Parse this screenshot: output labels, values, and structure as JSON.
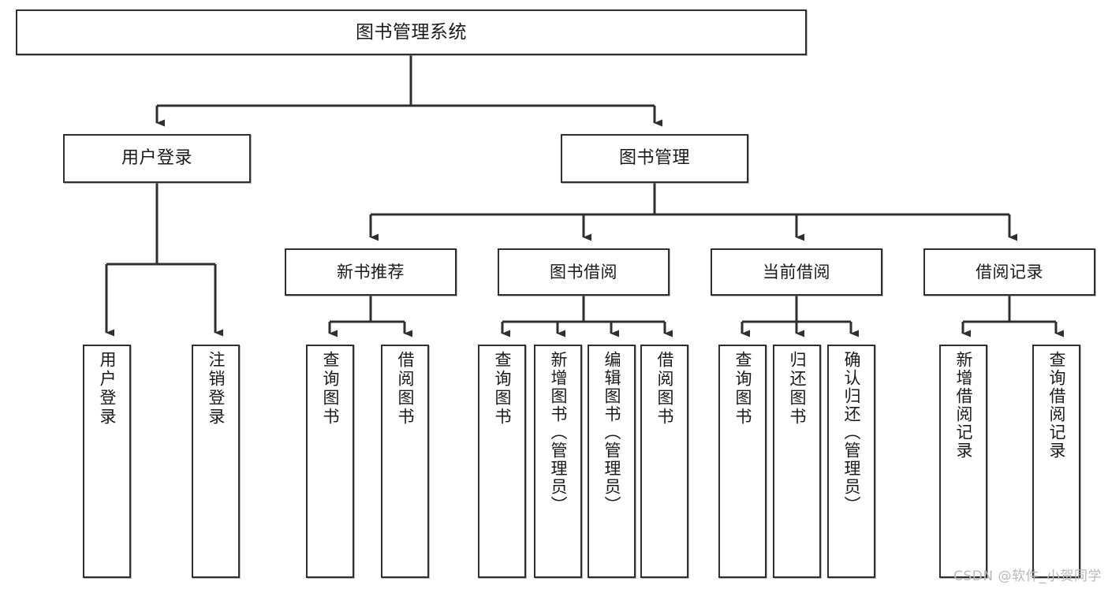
{
  "diagram": {
    "type": "tree-hierarchy",
    "title": "图书管理系统",
    "root": {
      "label": "图书管理系统"
    },
    "level2": [
      {
        "label": "用户登录"
      },
      {
        "label": "图书管理"
      }
    ],
    "level3": [
      {
        "label": "新书推荐"
      },
      {
        "label": "图书借阅"
      },
      {
        "label": "当前借阅"
      },
      {
        "label": "借阅记录"
      }
    ],
    "leaves": {
      "user_login": [
        {
          "label": "用户登录"
        },
        {
          "label": "注销登录"
        }
      ],
      "new_book_recommend": [
        {
          "label": "查询图书"
        },
        {
          "label": "借阅图书"
        }
      ],
      "book_borrow": [
        {
          "label": "查询图书"
        },
        {
          "label": "新增图书（管理员）"
        },
        {
          "label": "编辑图书（管理员）"
        },
        {
          "label": "借阅图书"
        }
      ],
      "current_borrow": [
        {
          "label": "查询图书"
        },
        {
          "label": "归还图书"
        },
        {
          "label": "确认归还（管理员）"
        }
      ],
      "borrow_record": [
        {
          "label": "新增借阅记录"
        },
        {
          "label": "查询借阅记录"
        }
      ]
    }
  },
  "watermark": {
    "text": "CSDN @软件_小贺同学"
  },
  "colors": {
    "border": "#2f2f2f",
    "text": "#1a1a1a",
    "background": "#ffffff",
    "connector": "#2f2f2f",
    "watermark": "#b9b9b9"
  }
}
